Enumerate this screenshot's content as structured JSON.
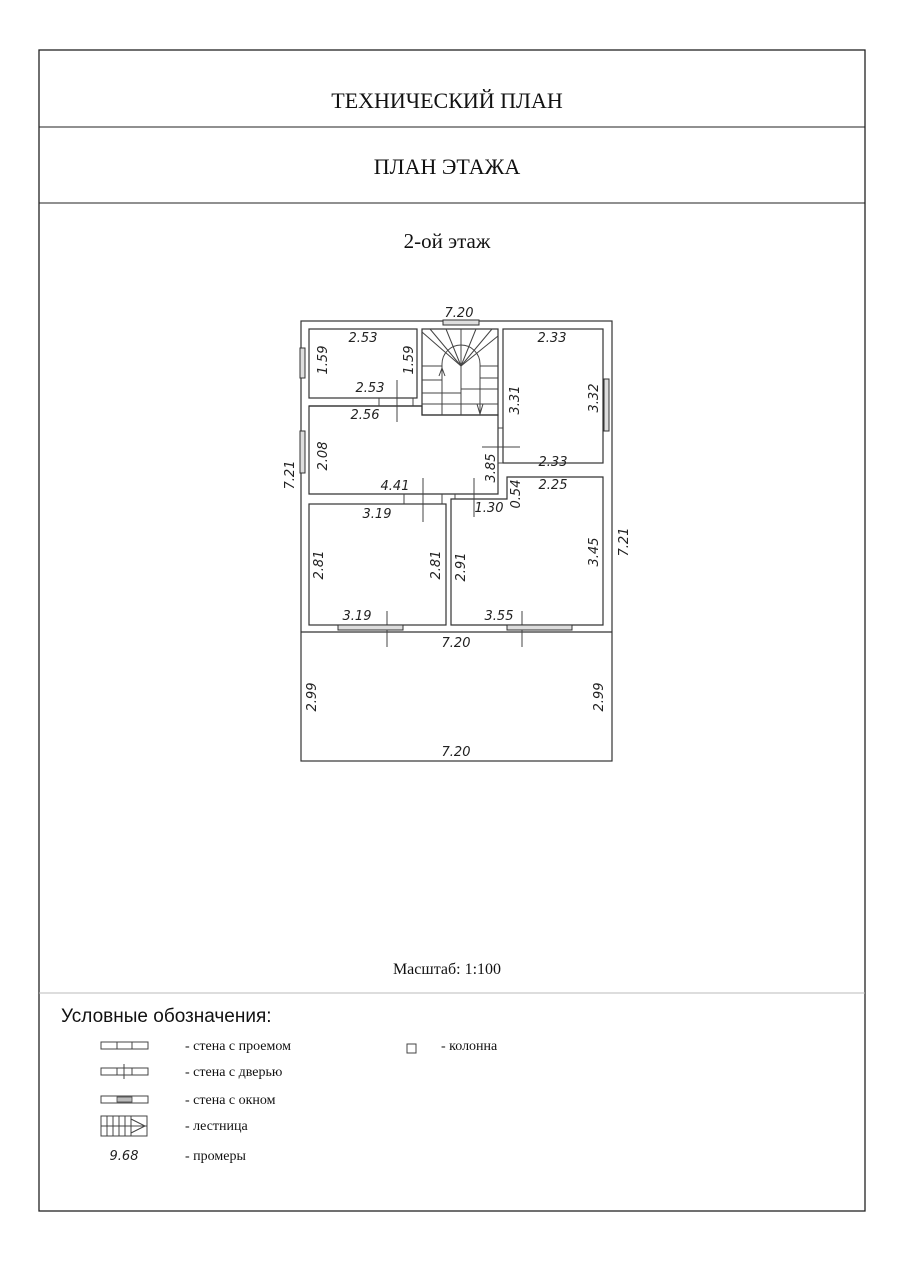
{
  "header": {
    "title": "ТЕХНИЧЕСКИЙ ПЛАН",
    "subtitle": "ПЛАН ЭТАЖА",
    "floor": "2-ой этаж"
  },
  "plan": {
    "dimensions": {
      "top_total": "7.20",
      "left_total": "7.21",
      "right_total": "7.21",
      "mid_width": "7.20",
      "bottom_width": "7.20",
      "balcony_left": "2.99",
      "balcony_right": "2.99",
      "room1_top": "2.53",
      "room1_left": "1.59",
      "room1_right": "1.59",
      "room1_bottom": "2.53",
      "hall_top": "2.56",
      "hall_left": "2.08",
      "hall_bottom": "4.41",
      "hall_right": "3.85",
      "stair_right": "3.31",
      "room2_top": "2.33",
      "room2_right": "3.32",
      "room2_bottom": "2.33",
      "room3_top": "3.19",
      "room3_left": "2.81",
      "room3_right": "2.81",
      "room3_bottom": "3.19",
      "room4_notch": "1.30",
      "room4_notch_v": "0.54",
      "room4_top": "2.25",
      "room4_left": "2.91",
      "room4_right": "3.45",
      "room4_bottom": "3.55"
    }
  },
  "scale_label": "Масштаб: 1:100",
  "legend": {
    "title": "Условные обозначения:",
    "items": [
      {
        "label": "- стена с проемом"
      },
      {
        "label": "- стена с дверью"
      },
      {
        "label": "- стена с окном"
      },
      {
        "label": "- лестница"
      },
      {
        "label": "- промеры",
        "sample": "9.68"
      },
      {
        "label": "- колонна"
      }
    ]
  }
}
